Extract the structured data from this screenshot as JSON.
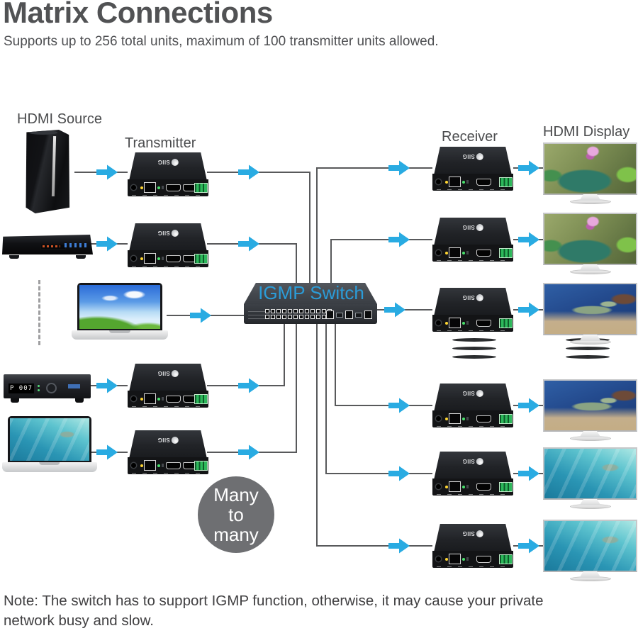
{
  "header": {
    "title": "Matrix Connections",
    "subtitle": "Supports up to 256 total units, maximum of 100 transmitter units allowed."
  },
  "labels": {
    "hdmi_source": "HDMI Source",
    "transmitter": "Transmitter",
    "receiver": "Receiver",
    "hdmi_display": "HDMI Display",
    "igmp_switch": "IGMP Switch"
  },
  "badge": {
    "line1": "Many",
    "line2": "to",
    "line3": "many"
  },
  "devices": {
    "brand": "SIIG",
    "settop_display": "P 007"
  },
  "note": "Note: The switch has to support IGMP function, otherwise, it may cause your private network busy and slow.",
  "colors": {
    "arrow": "#29ABE2",
    "line": "#58595B",
    "swlabel": "#2B9CD8",
    "badge": "#6E6F72",
    "title": "#515254",
    "note": "#414042",
    "label": "#4B4C4E"
  }
}
